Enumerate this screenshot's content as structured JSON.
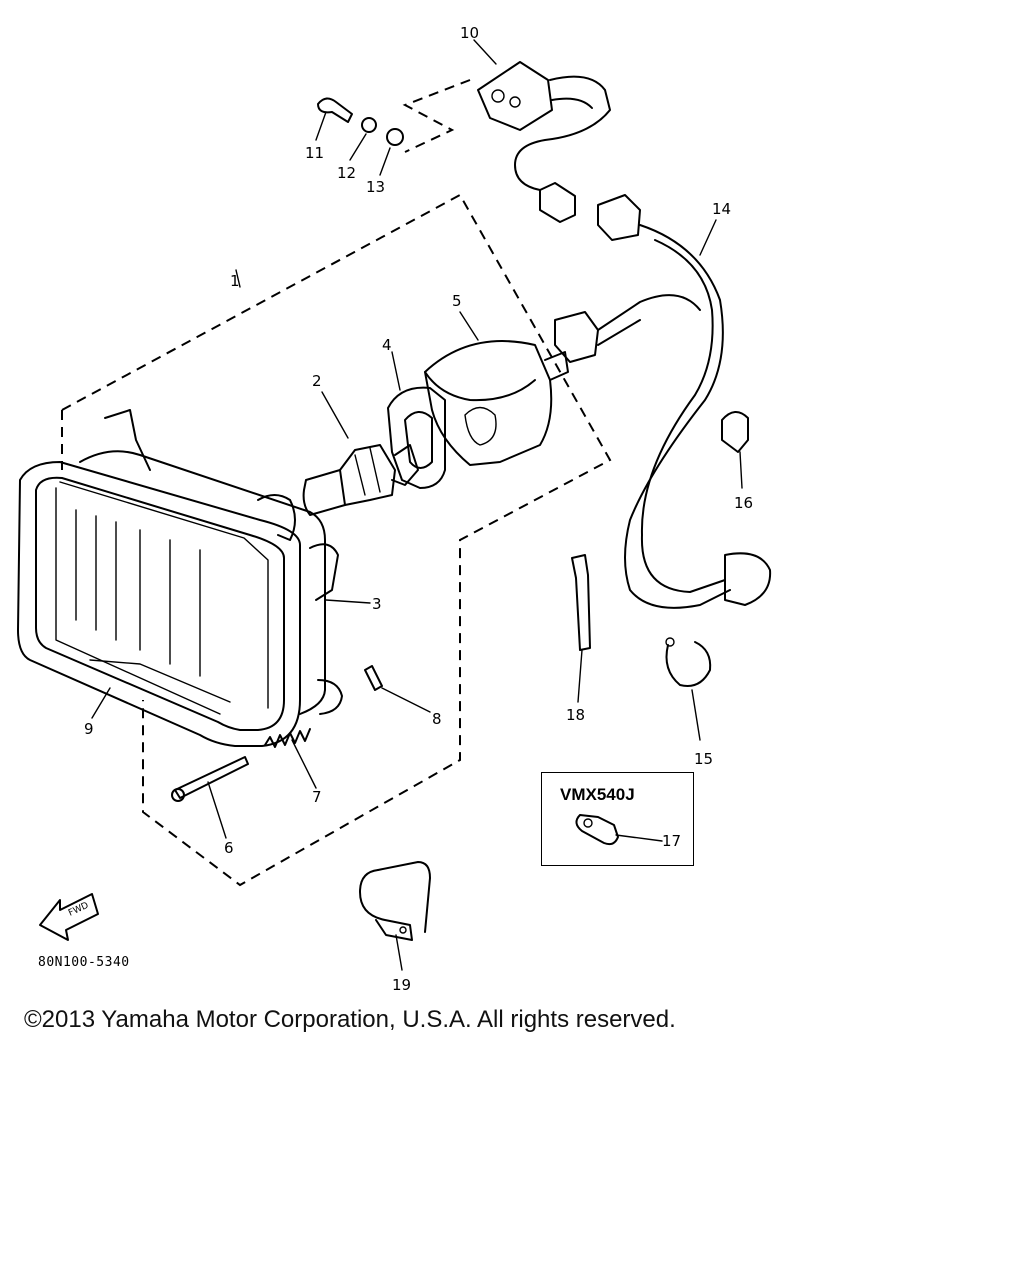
{
  "diagram": {
    "callouts": {
      "c1": "1",
      "c2": "2",
      "c3": "3",
      "c4": "4",
      "c5": "5",
      "c6": "6",
      "c7": "7",
      "c8": "8",
      "c9": "9",
      "c10": "10",
      "c11": "11",
      "c12": "12",
      "c13": "13",
      "c14": "14",
      "c15": "15",
      "c16": "16",
      "c17": "17",
      "c18": "18",
      "c19": "19"
    },
    "variant_label": "VMX540J",
    "fwd_label": "FWD",
    "part_code": "80N100-5340"
  },
  "footer": {
    "copyright": "©2013 Yamaha Motor Corporation, U.S.A. All rights reserved."
  }
}
